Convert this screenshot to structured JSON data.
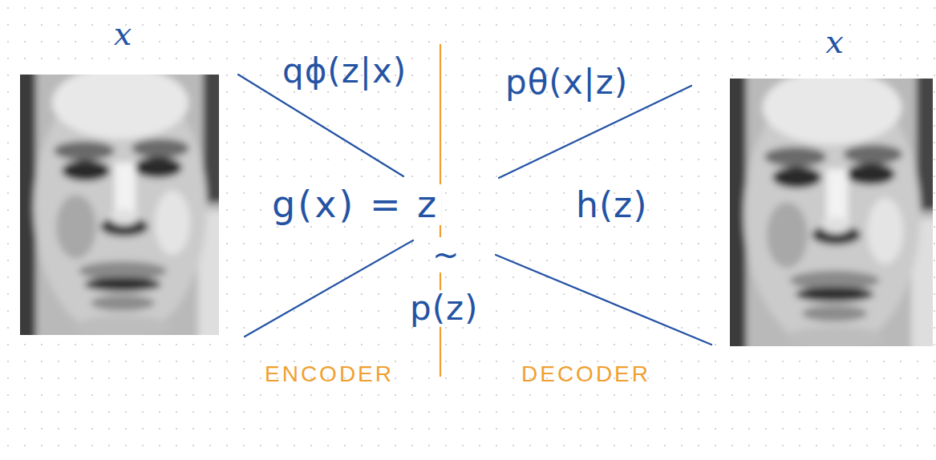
{
  "diagram": {
    "nodes": [
      {
        "text": [
          "x"
        ]
      },
      {
        "text": [
          "x"
        ]
      }
    ],
    "labels": [
      "qϕ(z|x)",
      "pθ(x|z)",
      "g(x) = z",
      "h(z)",
      "~",
      "p(z)",
      "ENCODER",
      "DECODER"
    ]
  }
}
